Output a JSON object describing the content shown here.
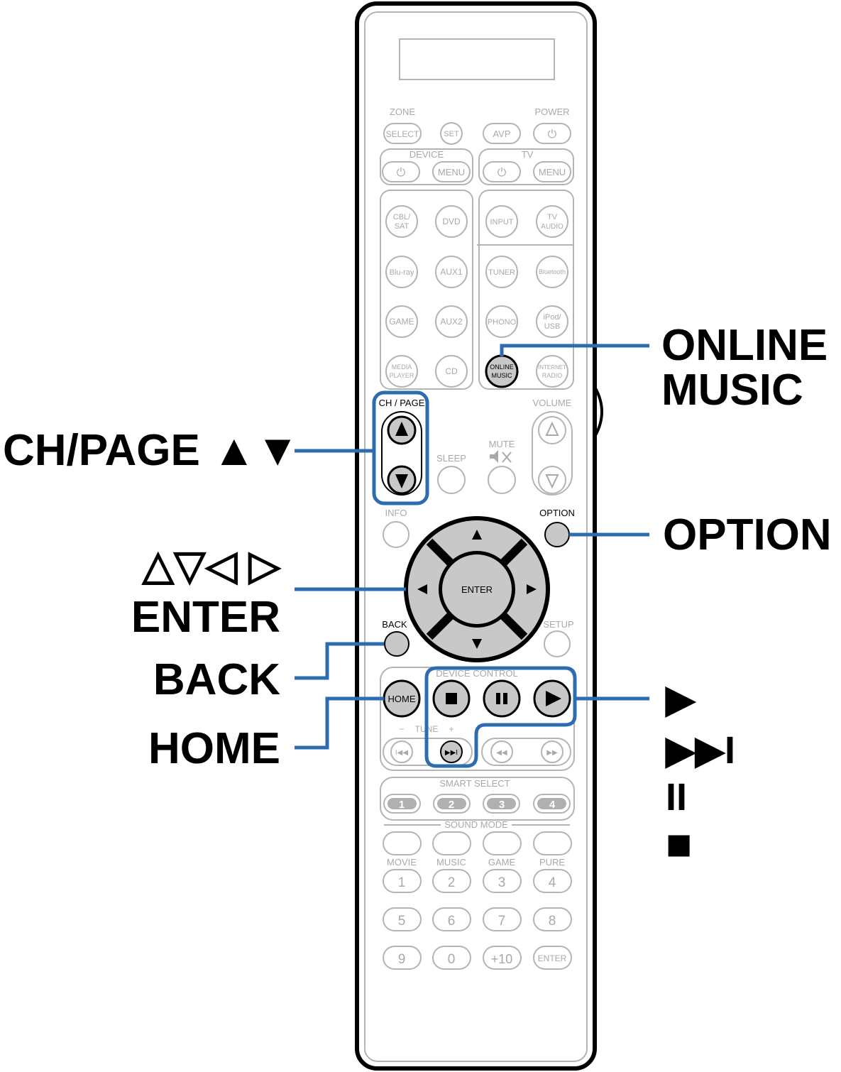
{
  "callouts": {
    "online_music_line1": "ONLINE",
    "online_music_line2": "MUSIC",
    "ch_page": "CH/PAGE ▲▼",
    "option": "OPTION",
    "cursor_arrows": "△▽◁ ▷",
    "enter": "ENTER",
    "back": "BACK",
    "home": "HOME",
    "play": "▶",
    "skip": "▶▶I",
    "pause": "II",
    "stop": "■"
  },
  "remote": {
    "zone": "ZONE",
    "power": "POWER",
    "select": "SELECT",
    "set": "SET",
    "avp": "AVP",
    "power_symbol": "⏻",
    "device": "DEVICE",
    "tv": "TV",
    "menu": "MENU",
    "cbl_sat_1": "CBL/",
    "cbl_sat_2": "SAT",
    "dvd": "DVD",
    "input": "INPUT",
    "tv_audio_1": "TV",
    "tv_audio_2": "AUDIO",
    "bluray": "Blu-ray",
    "aux1": "AUX1",
    "tuner": "TUNER",
    "bluetooth": "Bluetooth",
    "game": "GAME",
    "aux2": "AUX2",
    "phono": "PHONO",
    "ipod_1": "iPod/",
    "ipod_2": "USB",
    "media_1": "MEDIA",
    "media_2": "PLAYER",
    "cd": "CD",
    "online_1": "ONLINE",
    "online_2": "MUSIC",
    "internet_1": "INTERNET",
    "internet_2": "RADIO",
    "ch_page": "CH / PAGE",
    "volume": "VOLUME",
    "sleep": "SLEEP",
    "mute": "MUTE",
    "info": "INFO",
    "option": "OPTION",
    "enter": "ENTER",
    "back": "BACK",
    "setup": "SETUP",
    "device_control": "DEVICE CONTROL",
    "home": "HOME",
    "tune_minus": "−",
    "tune": "TUNE",
    "tune_plus": "+",
    "smart_select": "SMART SELECT",
    "sound_mode": "SOUND MODE",
    "movie": "MOVIE",
    "music": "MUSIC",
    "game_mode": "GAME",
    "pure": "PURE",
    "smart": [
      "1",
      "2",
      "3",
      "4"
    ],
    "digits": [
      "1",
      "2",
      "3",
      "4",
      "5",
      "6",
      "7",
      "8",
      "9",
      "0",
      "+10",
      "ENTER"
    ]
  }
}
